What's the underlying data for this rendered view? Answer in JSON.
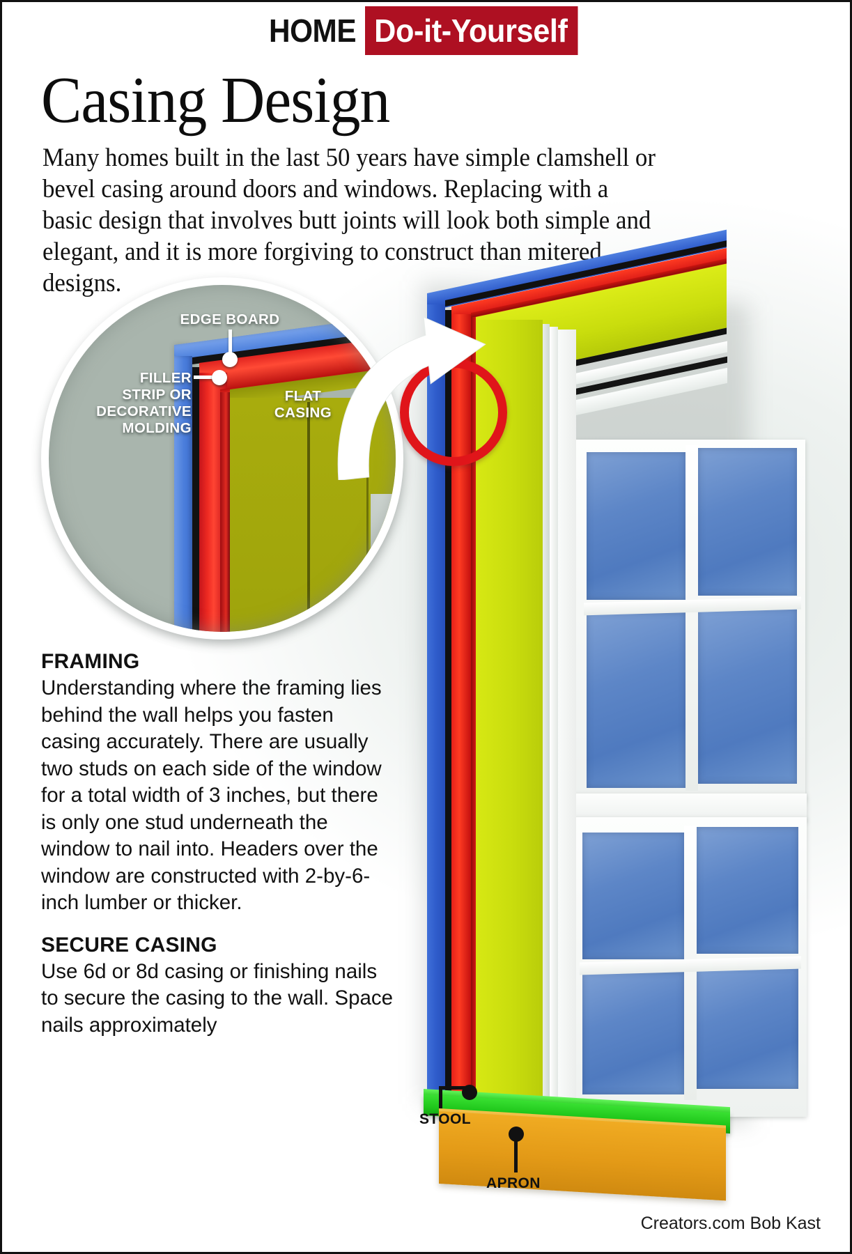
{
  "header": {
    "kicker": "HOME",
    "badge": "Do-it-Yourself",
    "badge_color": "#AE1022"
  },
  "title": "Casing Design",
  "intro": "Many homes built in the last 50 years have simple clamshell or bevel casing around doors and windows. Replacing with a basic design that involves butt joints will look both simple and elegant, and it is more forgiving to construct than mitered designs.",
  "magnifier": {
    "background_color": "#a9b5ad",
    "labels": {
      "edge_board": "EDGE BOARD",
      "filler_line1": "FILLER",
      "filler_line2": "STRIP OR",
      "filler_line3": "DECORATIVE",
      "filler_line4": "MOLDING",
      "flat_line1": "FLAT",
      "flat_line2": "CASING"
    },
    "layer_colors": {
      "edge_board": "#3f6fd8",
      "filler_strip": "#e62019",
      "flat_casing": "#a8ac0d"
    }
  },
  "sections": [
    {
      "heading": "FRAMING",
      "body": "Understanding where the framing lies behind the wall helps you fasten casing accurately. There are usually two studs on each side of the window for a total width of 3 inches, but there is only one stud underneath the window to nail into. Headers over the window are constructed with 2-by-6-inch lumber or thicker."
    },
    {
      "heading": "SECURE CASING",
      "body": "Use 6d or 8d casing or finishing nails to secure the casing to the wall. Space nails approximately"
    }
  ],
  "window_diagram": {
    "labels": {
      "stool": "STOOL",
      "apron": "APRON"
    },
    "colors": {
      "edge_board": "#2f5ccb",
      "filler_strip": "#e62019",
      "flat_casing": "#c9dd0d",
      "stool": "#1fc71b",
      "apron": "#e39a17",
      "callout_circle": "#e0151a",
      "glass": "#5d86c7"
    }
  },
  "credit": "Creators.com Bob Kast"
}
